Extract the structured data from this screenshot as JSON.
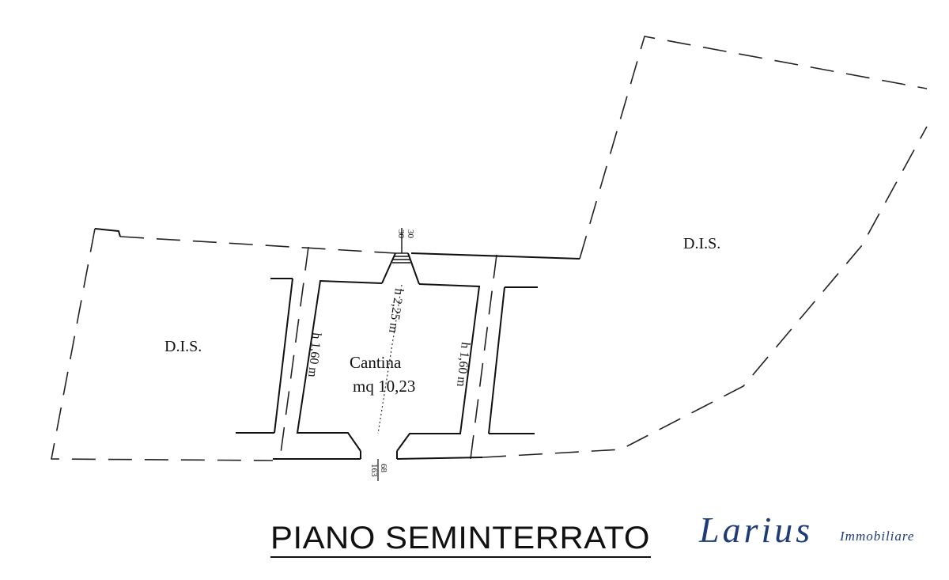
{
  "plan": {
    "area_left_label": "D.I.S.",
    "area_right_label": "D.I.S.",
    "room_name": "Cantina",
    "room_area": "mq 10,23",
    "height_center": "h 2,25 m",
    "height_left": "h 1,60 m",
    "height_right": "h 1,60 m",
    "window_top_upper": "30",
    "window_top_lower": "30",
    "door_bottom_upper": "68",
    "door_bottom_lower": "163"
  },
  "title": "PIANO SEMINTERRATO",
  "brand": {
    "name": "Larius",
    "tagline": "Immobiliare",
    "color": "#1f3c78"
  }
}
